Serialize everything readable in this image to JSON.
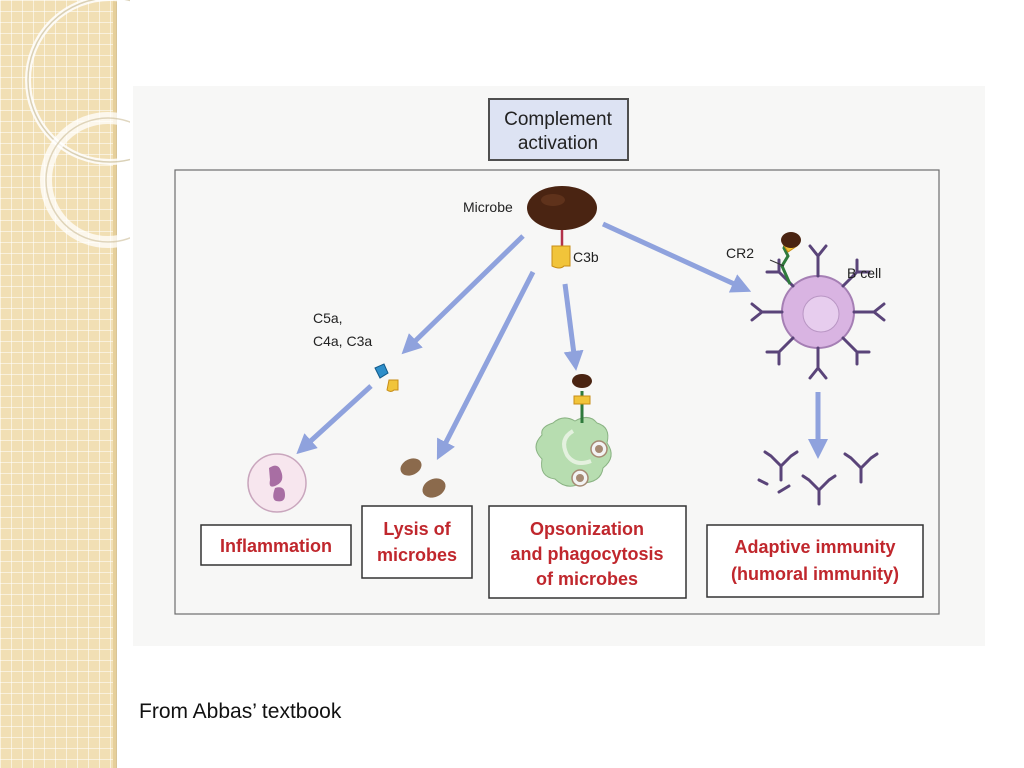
{
  "diagram": {
    "title_line1": "Complement",
    "title_line2": "activation",
    "labels": {
      "microbe": "Microbe",
      "c3b": "C3b",
      "anaphylatoxins_line1": "C5a,",
      "anaphylatoxins_line2": "C4a, C3a",
      "cr2": "CR2",
      "b_cell": "B cell"
    },
    "outcomes": {
      "inflammation": "Inflammation",
      "lysis_line1": "Lysis of",
      "lysis_line2": "microbes",
      "opsonization_line1": "Opsonization",
      "opsonization_line2": "and phagocytosis",
      "opsonization_line3": "of microbes",
      "adaptive_line1": "Adaptive immunity",
      "adaptive_line2": "(humoral immunity)"
    },
    "colors": {
      "arrow": "#8fa2dd",
      "outcome_text": "#c0272d",
      "title_box": "#dde3f3",
      "microbe": "#4a2412",
      "b_cell": "#d9b4e2",
      "antibody": "#5a4479",
      "macrophage": "#b7ddb0"
    }
  },
  "caption": "From Abbas’ textbook"
}
